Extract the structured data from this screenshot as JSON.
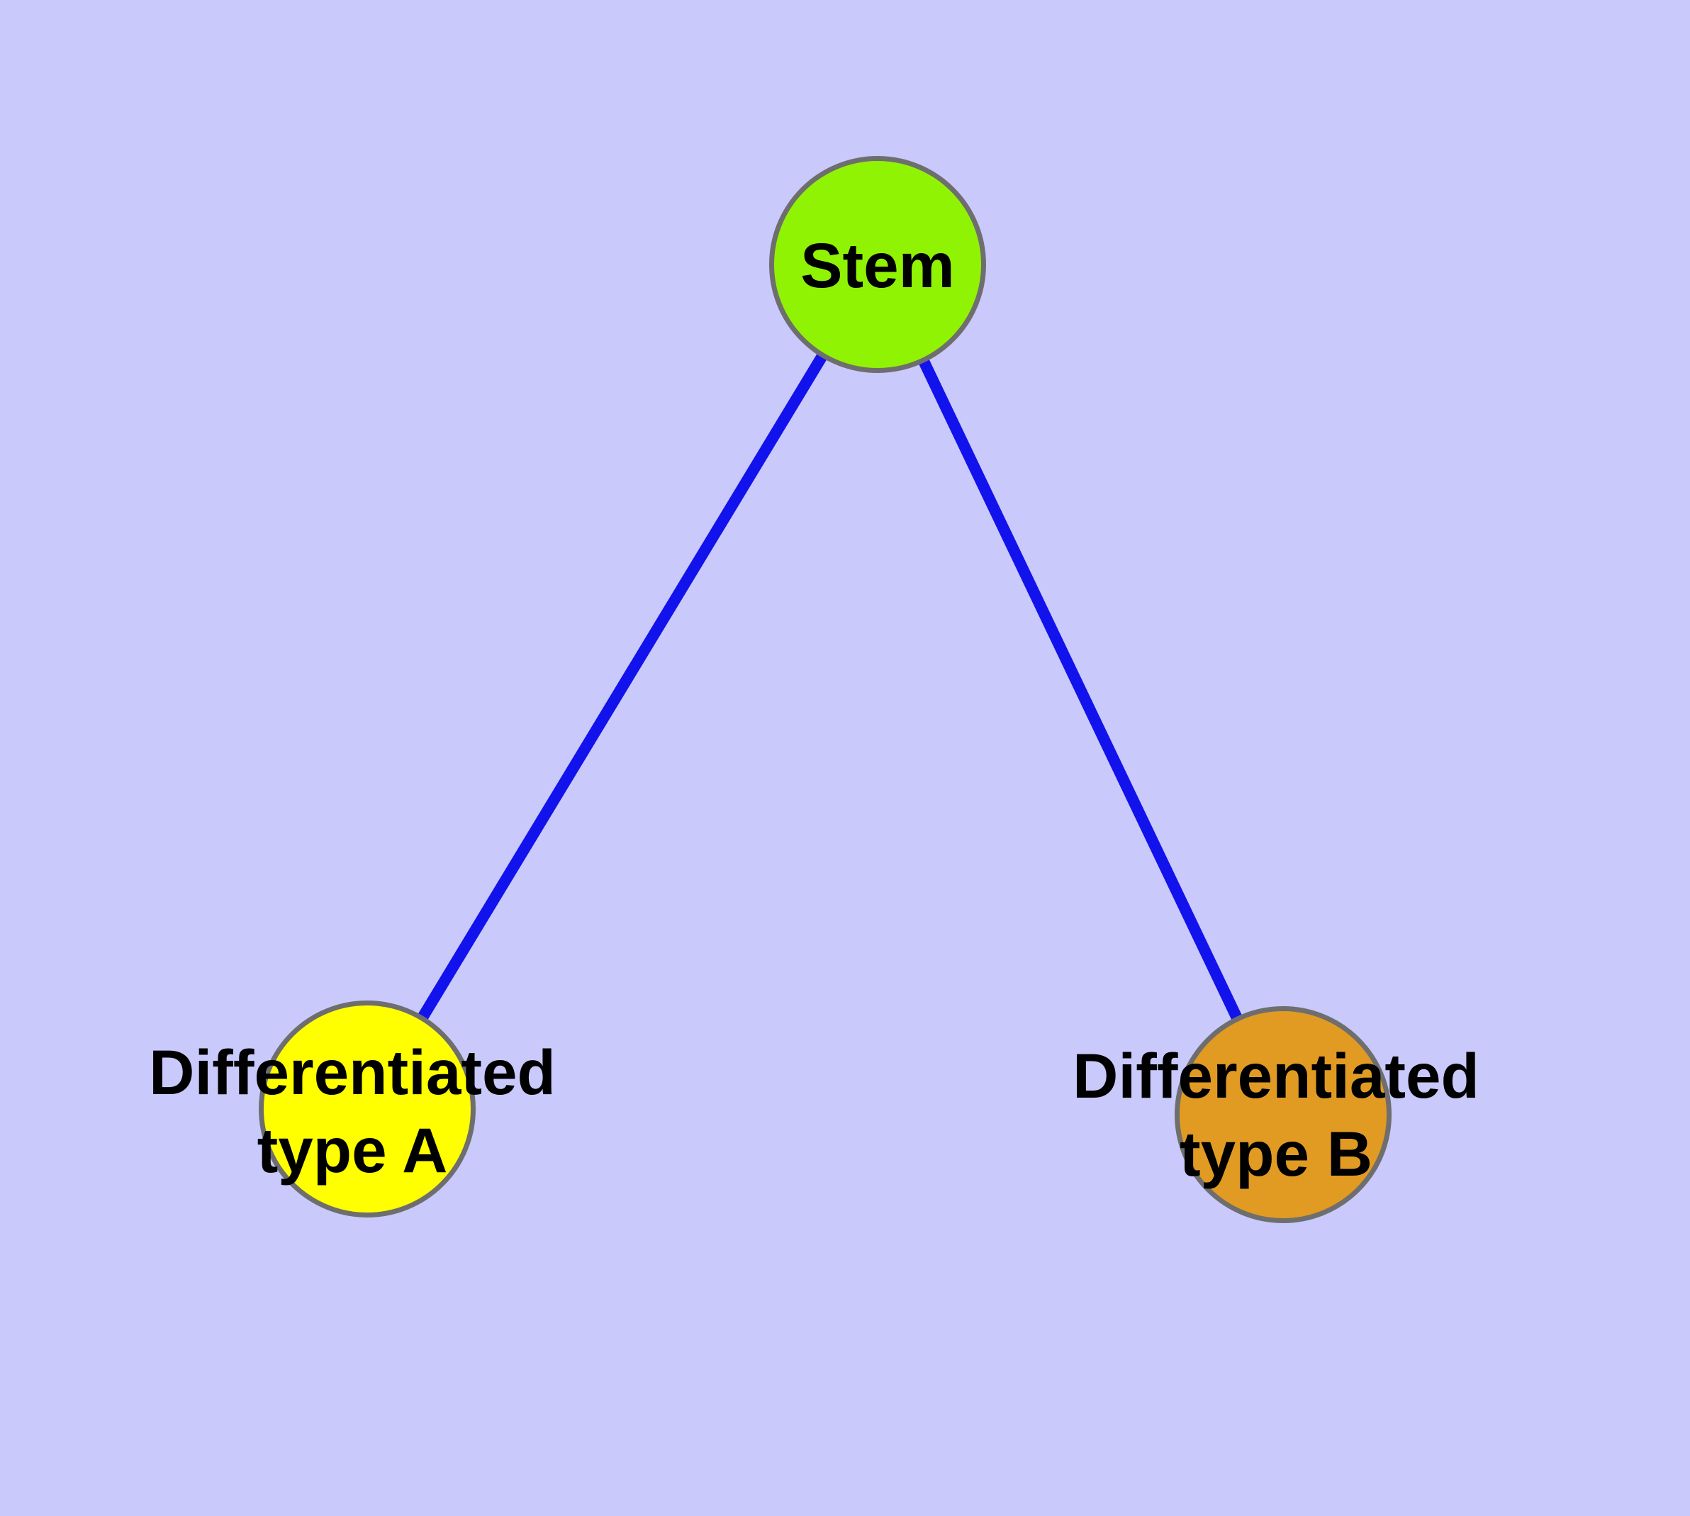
{
  "figure": {
    "type": "graph-diagram",
    "background_color": "#C9C9FB",
    "edge_color": "#1212EC",
    "node_border_color": "#6E6E6E",
    "label_text_color": "#000000"
  },
  "nodes": {
    "stem": {
      "label": "Stem",
      "fill_color": "#91F304"
    },
    "type_a": {
      "label_line1": "Differentiated",
      "label_line2": "type A",
      "fill_color": "#FFFF00"
    },
    "type_b": {
      "label_line1": "Differentiated",
      "label_line2": "type B",
      "fill_color": "#E19B23"
    }
  },
  "edges": [
    {
      "from": "Stem",
      "to": "Differentiated type A"
    },
    {
      "from": "Stem",
      "to": "Differentiated type B"
    }
  ]
}
